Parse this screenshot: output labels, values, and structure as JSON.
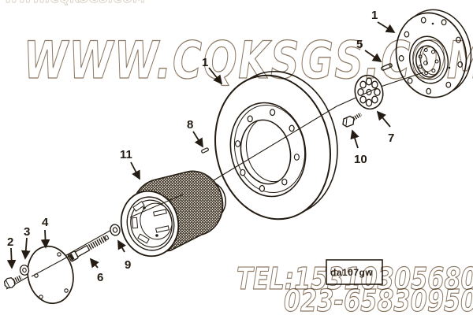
{
  "watermark": {
    "site": "WWW.CQKSGS.COM",
    "corner_fragment": "WWW.CQKSGS.COM",
    "phone_line1": "TEL:15310305680",
    "phone_line2": "023-65830950",
    "outline_color": "#8d7a64"
  },
  "stamp": {
    "code": "da107gw"
  },
  "diagram": {
    "background": "#ffffff",
    "line_color": "#241c12",
    "knurl_color": "#3c2f1f",
    "callouts": [
      {
        "label": "1"
      },
      {
        "label": "5"
      },
      {
        "label": "1"
      },
      {
        "label": "8"
      },
      {
        "label": "11"
      },
      {
        "label": "7"
      },
      {
        "label": "10"
      },
      {
        "label": "4"
      },
      {
        "label": "3"
      },
      {
        "label": "2"
      },
      {
        "label": "9"
      },
      {
        "label": "6"
      }
    ]
  }
}
